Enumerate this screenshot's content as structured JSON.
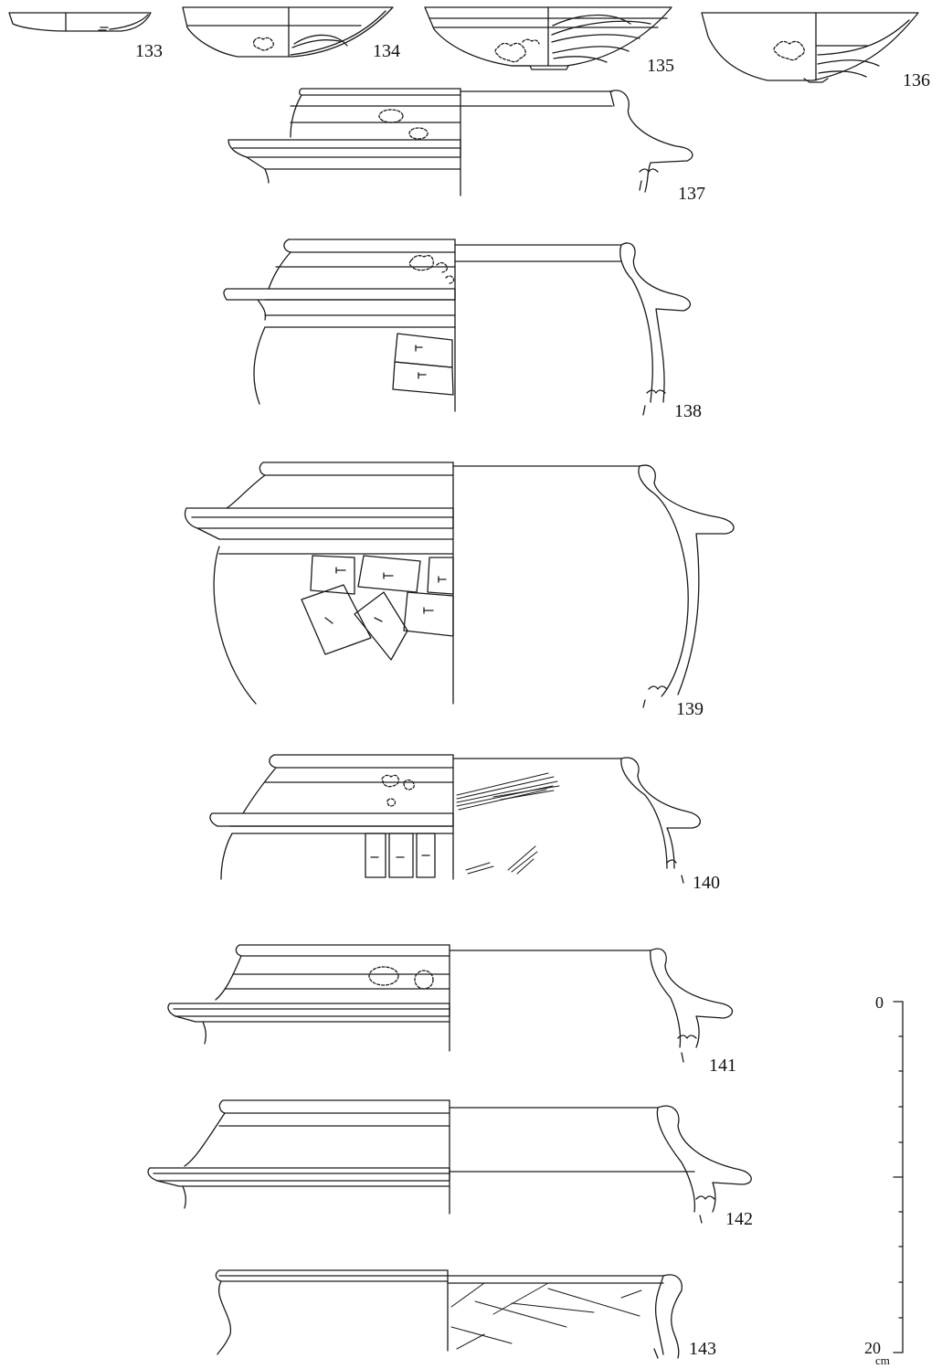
{
  "figures": [
    {
      "id": "fig-133",
      "label": "133"
    },
    {
      "id": "fig-134",
      "label": "134"
    },
    {
      "id": "fig-135",
      "label": "135"
    },
    {
      "id": "fig-136",
      "label": "136"
    },
    {
      "id": "fig-137",
      "label": "137"
    },
    {
      "id": "fig-138",
      "label": "138"
    },
    {
      "id": "fig-139",
      "label": "139"
    },
    {
      "id": "fig-140",
      "label": "140"
    },
    {
      "id": "fig-141",
      "label": "141"
    },
    {
      "id": "fig-142",
      "label": "142"
    },
    {
      "id": "fig-143",
      "label": "143"
    }
  ],
  "scale": {
    "min_label": "0",
    "max_label": "20",
    "unit": "cm",
    "ticks": 5
  },
  "colors": {
    "ink": "#1a1a1a",
    "paper": "#ffffff"
  }
}
